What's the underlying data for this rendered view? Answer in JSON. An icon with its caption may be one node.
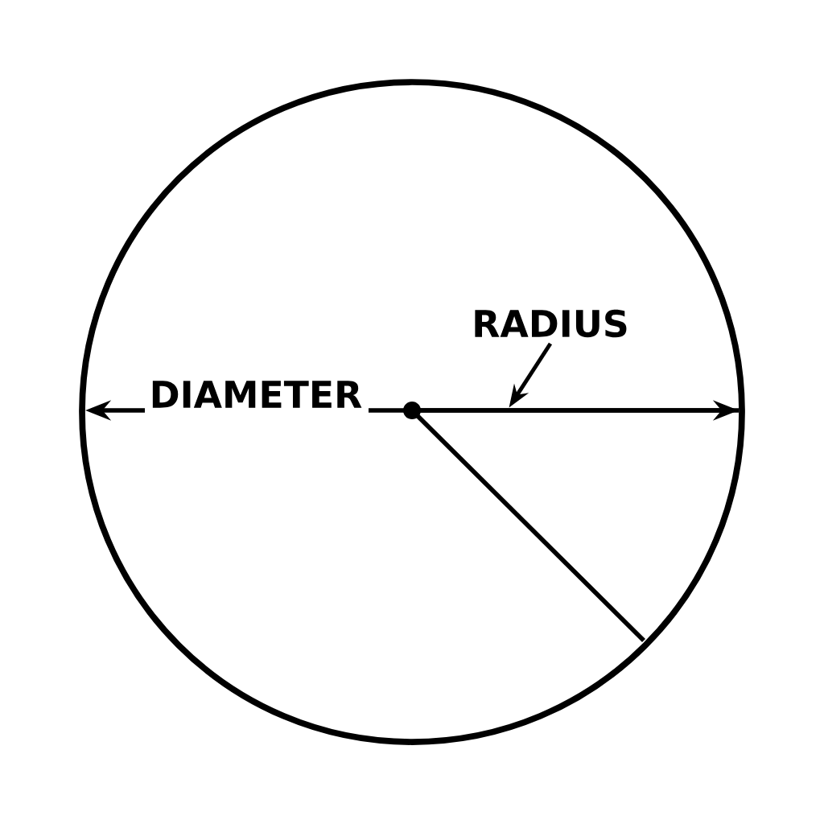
{
  "diagram": {
    "nodes": [
      {
        "text": [
          "RADIUS"
        ]
      },
      {
        "text": [],
        "shape": "line"
      }
    ],
    "edges": [
      {
        "from": 0,
        "to": 1,
        "arrow": "to"
      }
    ],
    "labels": [
      "DIAMETER"
    ]
  }
}
